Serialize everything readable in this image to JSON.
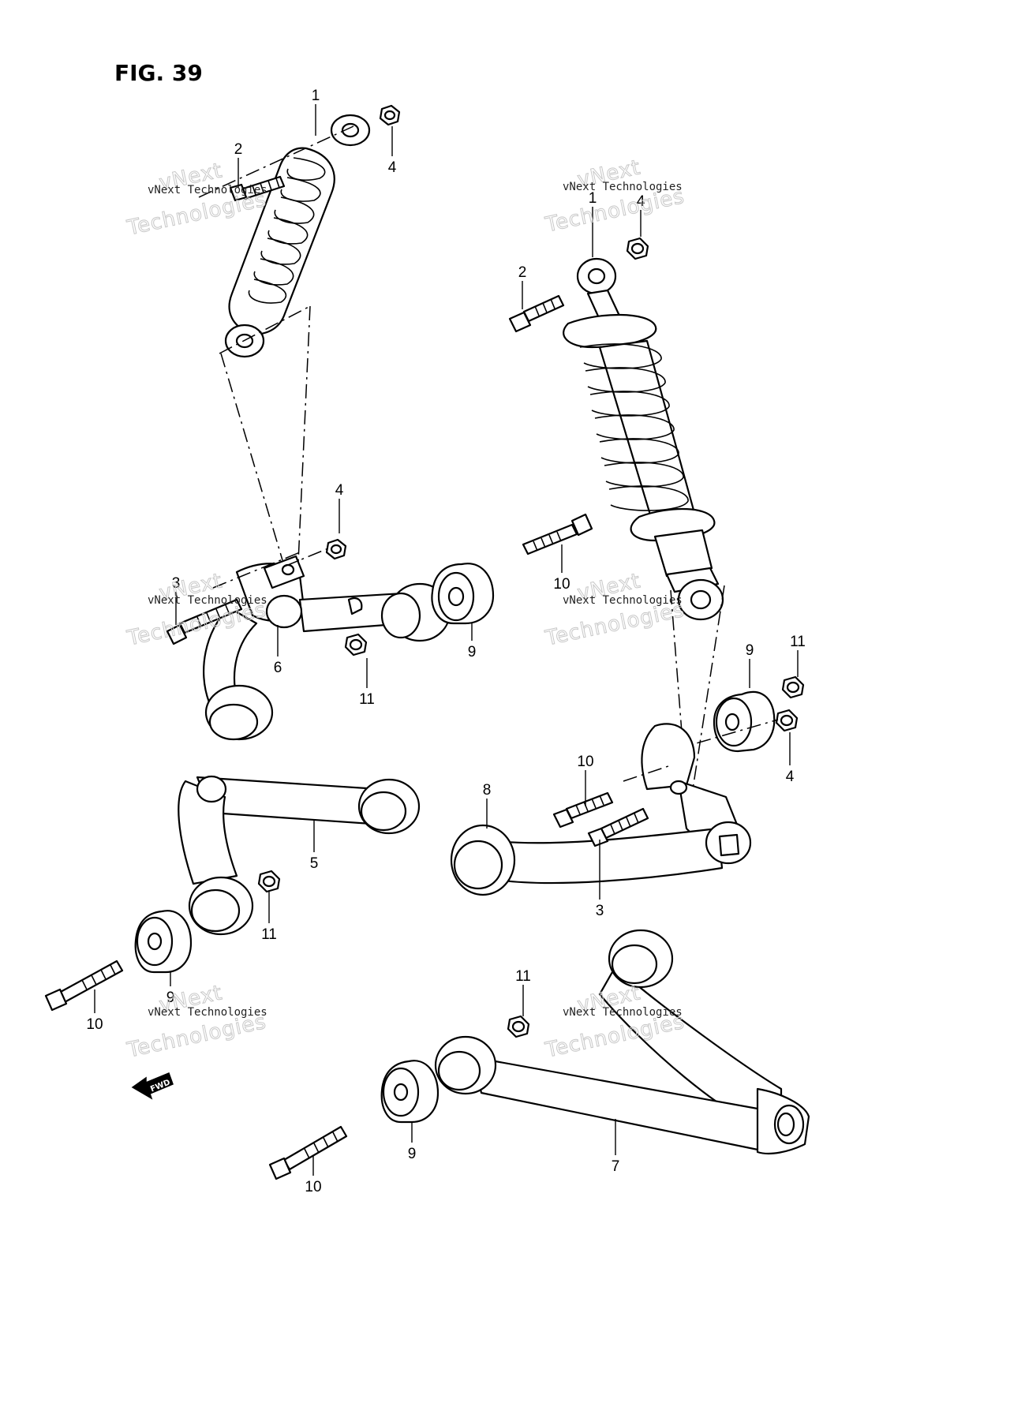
{
  "figure": {
    "title": "FIG. 39"
  },
  "watermark": {
    "line_small": "vNext Technologies",
    "line_top": "vNext",
    "line_bottom": "Technologies"
  },
  "direction_arrow": {
    "label": "FWD"
  },
  "callouts": {
    "c1a": "1",
    "c2a": "2",
    "c4a": "4",
    "c4b": "4",
    "c3a": "3",
    "c6": "6",
    "c11a": "11",
    "c9a": "9",
    "c1b": "1",
    "c4c": "4",
    "c2b": "2",
    "c10a": "10",
    "c9b": "9",
    "c11b": "11",
    "c4d": "4",
    "c10b": "10",
    "c8": "8",
    "c3b": "3",
    "c5": "5",
    "c11c": "11",
    "c9c": "9",
    "c10c": "10",
    "c11d": "11",
    "c9d": "9",
    "c7": "7",
    "c10d": "10"
  }
}
